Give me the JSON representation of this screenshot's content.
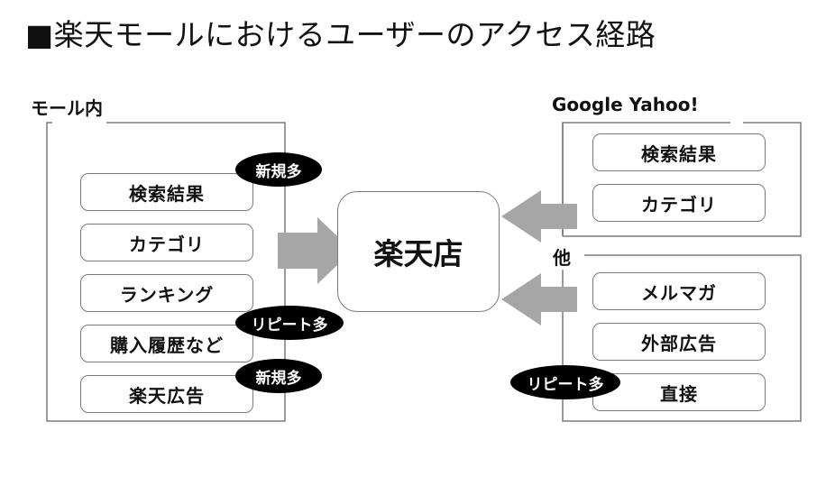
{
  "title": "■楽天モールにおけるユーザーのアクセス経路",
  "mall": {
    "label": "モール内",
    "items": [
      "検索結果",
      "カテゴリ",
      "ランキング",
      "購入履歴など",
      "楽天広告"
    ]
  },
  "search_engines": {
    "label": "Google Yahoo!",
    "items": [
      "検索結果",
      "カテゴリ"
    ]
  },
  "other": {
    "label": "他",
    "items": [
      "メルマガ",
      "外部広告",
      "直接"
    ]
  },
  "center": "楽天店",
  "badges": {
    "new_many": "新規多",
    "repeat_many": "リピート多"
  },
  "colors": {
    "arrow": "#a6a6a6",
    "frame": "#7a7a7a",
    "badge_bg": "#000000"
  }
}
